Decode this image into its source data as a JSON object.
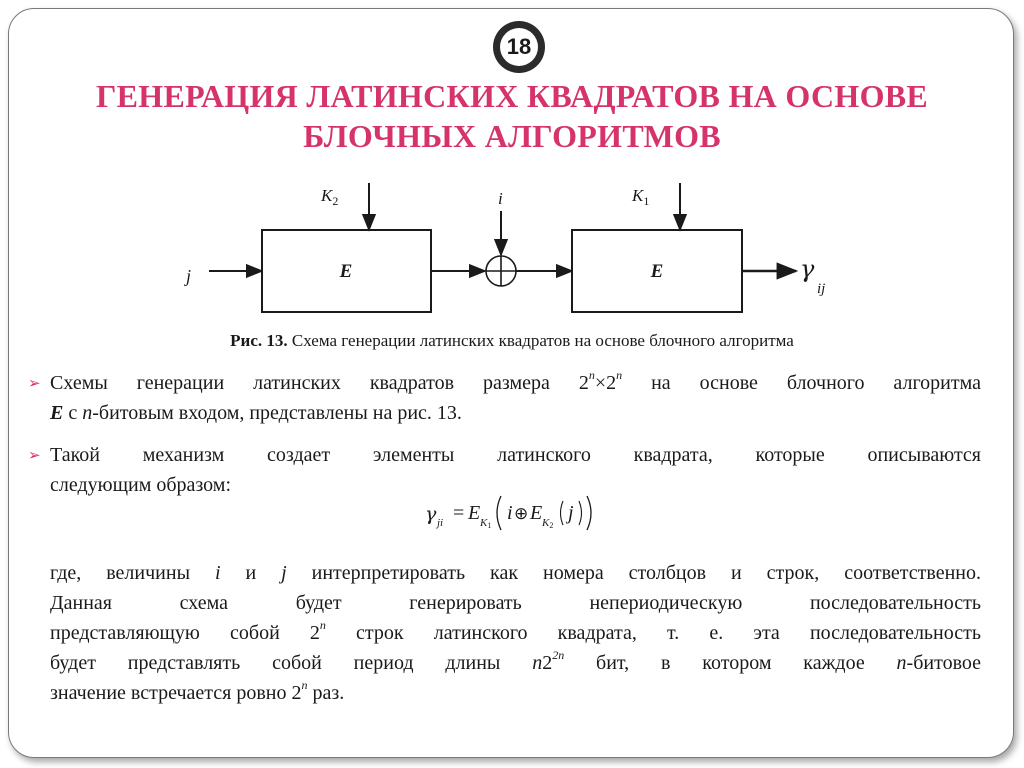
{
  "slide": {
    "number": "18",
    "title_line1": "ГЕНЕРАЦИЯ ЛАТИНСКИХ КВАДРАТОВ НА ОСНОВЕ",
    "title_line2": "БЛОЧНЫХ АЛГОРИТМОВ"
  },
  "diagram": {
    "input_j": "j",
    "key2": "K",
    "key2_sub": "2",
    "key1": "K",
    "key1_sub": "1",
    "input_i": "i",
    "block1_label": "E",
    "block2_label": "E",
    "output_symbol": "γ",
    "output_sub": "ij"
  },
  "caption": {
    "prefix": "Рис. 13.",
    "text": " Схема генерации латинских квадратов на основе блочного алгоритма"
  },
  "bullets": [
    {
      "line1_a": "Схемы генерации латинских квадратов размера 2",
      "line1_sup1": "n",
      "line1_b": "×2",
      "line1_sup2": "n",
      "line1_c": " на основе блочного алгоритма",
      "line2_a": "E",
      "line2_b": " с ",
      "line2_c": "n",
      "line2_d": "-битовым входом, представлены на рис. 13."
    },
    {
      "line1": "Такой механизм создает элементы латинского квадрата, которые описываются",
      "line2": "следующим образом:"
    }
  ],
  "formula": {
    "lhs": "γ",
    "lhs_sub": "ji",
    "eq": "=",
    "e_outer": "E",
    "k_outer": "K",
    "k_outer_sub": "1",
    "i": "i",
    "xor": "⊕",
    "e_inner": "E",
    "k_inner": "K",
    "k_inner_sub": "2",
    "j": "j"
  },
  "paragraph": {
    "l1_a": "где, величины ",
    "l1_i": "i",
    "l1_b": " и ",
    "l1_j": "j",
    "l1_c": " интерпретировать как номера столбцов и строк, соответственно.",
    "l2": "Данная схема будет генерировать непериодическую последовательность",
    "l3_a": "представляющую собой 2",
    "l3_sup": "n",
    "l3_b": " строк латинского квадрата, т. е. эта последовательность",
    "l4_a": "будет представлять собой период длины ",
    "l4_n": "n",
    "l4_b": "2",
    "l4_sup": "2n",
    "l4_c": " бит, в котором каждое ",
    "l4_n2": "n",
    "l4_d": "-битовое",
    "l5_a": "значение встречается ровно 2",
    "l5_sup": "n",
    "l5_b": " раз."
  },
  "colors": {
    "title": "#d6336c",
    "bullet": "#d6336c",
    "frame": "#7a7a7a"
  }
}
